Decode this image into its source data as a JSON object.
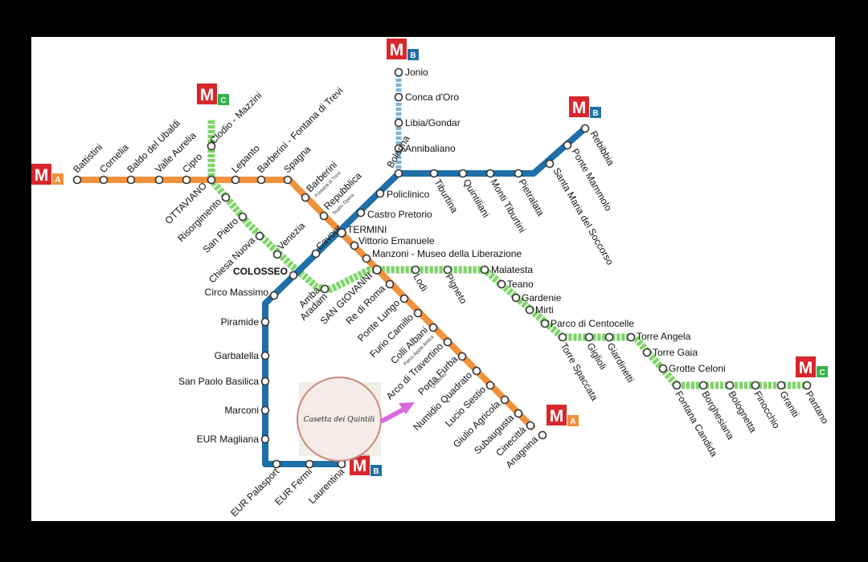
{
  "colors": {
    "lineA": "#f0913c",
    "lineB": "#1f6fa8",
    "lineC": "#9ee58e",
    "lineB1": "#9ec8e0",
    "metroRed": "#d7262c",
    "arrow": "#d86ae0"
  },
  "logos": {
    "metro_letter": "M",
    "line_a": "A",
    "line_b": "B",
    "line_c": "C"
  },
  "stations": {
    "battistini": "Battistini",
    "cornelia": "Cornelia",
    "baldo": "Baldo del Ubaldi",
    "valle_aurelia": "Valle Aurelia",
    "cipro": "Cipro",
    "ottaviano": "OTTAVIANO",
    "lepanto": "Lepanto",
    "flaminio": "Barberini - Fontana di Trevi",
    "spagna": "Spagna",
    "barberini": "Barberini",
    "barberini_sub": "Fontana di Trevi",
    "repubblica": "Repubblica",
    "repubblica_sub": "Teatro Opera",
    "termini": "TERMINI",
    "vittorio": "Vittorio Emanuele",
    "manzoni": "Manzoni - Museo della Liberazione",
    "san_giovanni": "SAN GIOVANNI",
    "re_di_roma": "Re di Roma",
    "ponte_lungo": "Ponte Lungo",
    "furio_camillo": "Furio Camillo",
    "colli_albani": "Colli Albani",
    "colli_sub": "Parco Appia Antica",
    "arco": "Arco di Travertino",
    "porta_furba": "Porta Furba",
    "porta_sub": "Quadraro",
    "numidio": "Numidio Quadrato",
    "lucio_sestio": "Lucio Sestio",
    "giulio_agricola": "Giulio Agricola",
    "subaugusta": "Subaugusta",
    "cinecitta": "Cinecittà",
    "anagnina": "Anagnina",
    "jonio": "Jonio",
    "conca": "Conca d'Oro",
    "libia": "Libia/Gondar",
    "annibaliano": "Annibaliano",
    "bologna": "Bologna",
    "policlinico": "Policlinico",
    "castro": "Castro Pretorio",
    "cavour": "Cavour",
    "colosseo": "COLOSSEO",
    "circo": "Circo Massimo",
    "piramide": "Piramide",
    "garbatella": "Garbatella",
    "san_paolo": "San Paolo Basilica",
    "marconi": "Marconi",
    "eur_magliana": "EUR Magliana",
    "eur_palasport": "EUR Palasport",
    "eur_fermi": "EUR Fermi",
    "laurentina": "Laurentina",
    "tiburtina": "Tiburtina",
    "quintiliani": "Quintiliani",
    "monti_tiburtini": "Monti Tiburtini",
    "pietralata": "Pietralata",
    "santa_maria": "Santa Maria del Soccorso",
    "ponte_mammolo": "Ponte Mammolo",
    "rebibbia": "Rebibbia",
    "clodio": "Clodio - Mazzini",
    "risorgimento": "Risorgimento",
    "san_pietro": "San Pietro",
    "chiesa_nuova": "Chiesa Nuova",
    "venezia": "Venezia",
    "amba": "Amba",
    "aradam": "Aradam",
    "lodi": "Lodi",
    "pigneto": "Pigneto",
    "malatesta": "Malatesta",
    "teano": "Teano",
    "gardenie": "Gardenie",
    "mirti": "Mirti",
    "parco_centocelle": "Parco di Centocelle",
    "torre_spaccata": "Torre Spaccata",
    "gigli": "Giglioli",
    "giardinetti": "Giardinetti",
    "torre_angela": "Torre Angela",
    "torre_gaia": "Torre Gaia",
    "grotte_celoni": "Grotte Celoni",
    "fontana_candida": "Fontana Candida",
    "borghesiana": "Borghesiana",
    "bolognetta": "Bolognetta",
    "finocchio": "Finocchio",
    "graniti": "Graniti",
    "pantano": "Pantano"
  },
  "stamp": {
    "label": "Casetta dei Quintili"
  }
}
